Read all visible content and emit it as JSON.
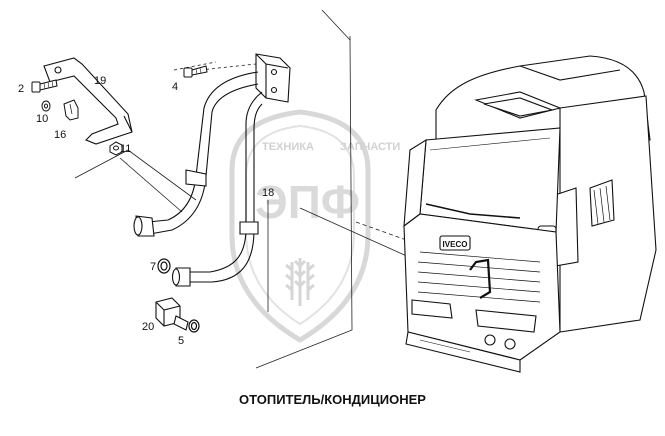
{
  "caption": "ОТОПИТЕЛЬ/КОНДИЦИОНЕР",
  "watermark": {
    "top_left": "ТЕХНИКА",
    "top_right": "ЗАПЧАСТИ",
    "center": "ЭПФ"
  },
  "truck_grille_badge": "IVECO",
  "callouts": {
    "c2": "2",
    "c10": "10",
    "c16": "16",
    "c19": "19",
    "c11": "11",
    "c4": "4",
    "c18": "18",
    "c7": "7",
    "c20": "20",
    "c5": "5"
  }
}
